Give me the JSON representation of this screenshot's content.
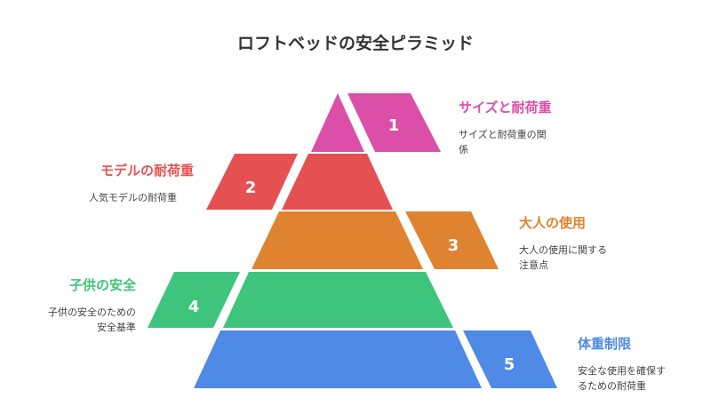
{
  "title": "ロフトベッドの安全ピラミッド",
  "levels": [
    {
      "number": "1",
      "heading": "サイズと耐荷重",
      "desc_lines": [
        "サイズと耐荷重の関",
        "係"
      ],
      "color": "#db4fa9"
    },
    {
      "number": "2",
      "heading": "モデルの耐荷重",
      "desc_lines": [
        "人気モデルの耐荷重"
      ],
      "color": "#e55153"
    },
    {
      "number": "3",
      "heading": "大人の使用",
      "desc_lines": [
        "大人の使用に関する",
        "注意点"
      ],
      "color": "#e08330"
    },
    {
      "number": "4",
      "heading": "子供の安全",
      "desc_lines": [
        "子供の安全のための",
        "安全基準"
      ],
      "color": "#3ec47c"
    },
    {
      "number": "5",
      "heading": "体重制限",
      "desc_lines": [
        "安全な使用を確保す",
        "るための耐荷重"
      ],
      "color": "#4e8ae6"
    }
  ]
}
